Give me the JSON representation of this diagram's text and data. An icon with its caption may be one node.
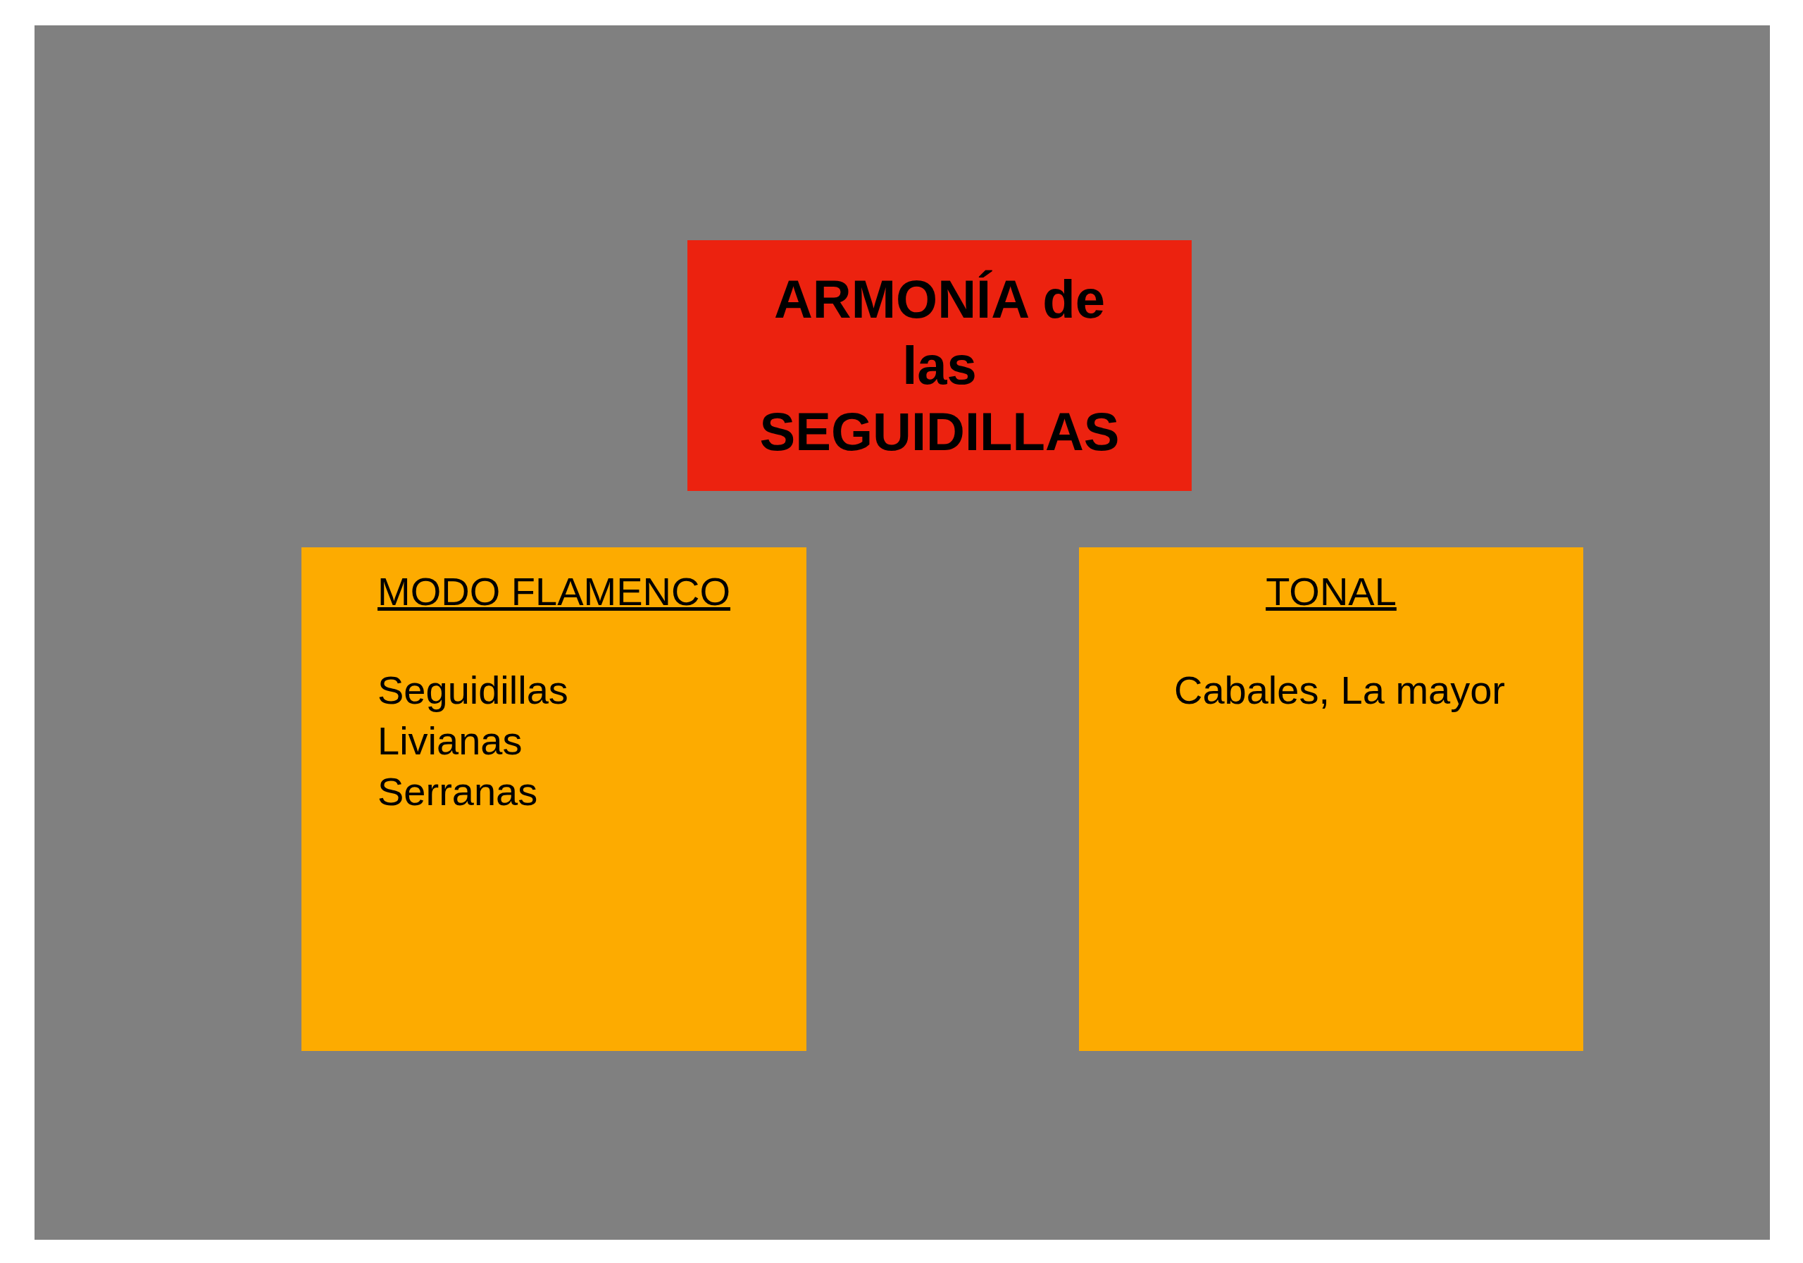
{
  "diagram": {
    "nodes": [
      {
        "text": [
          "ARMONÍA de las SEGUIDILLAS"
        ]
      },
      {
        "text": [
          "MODO FLAMENCO",
          "Seguidillas",
          "Livianas",
          "Serranas"
        ]
      },
      {
        "text": [
          "TONAL",
          "Cabales, La mayor"
        ]
      }
    ],
    "edges": []
  }
}
